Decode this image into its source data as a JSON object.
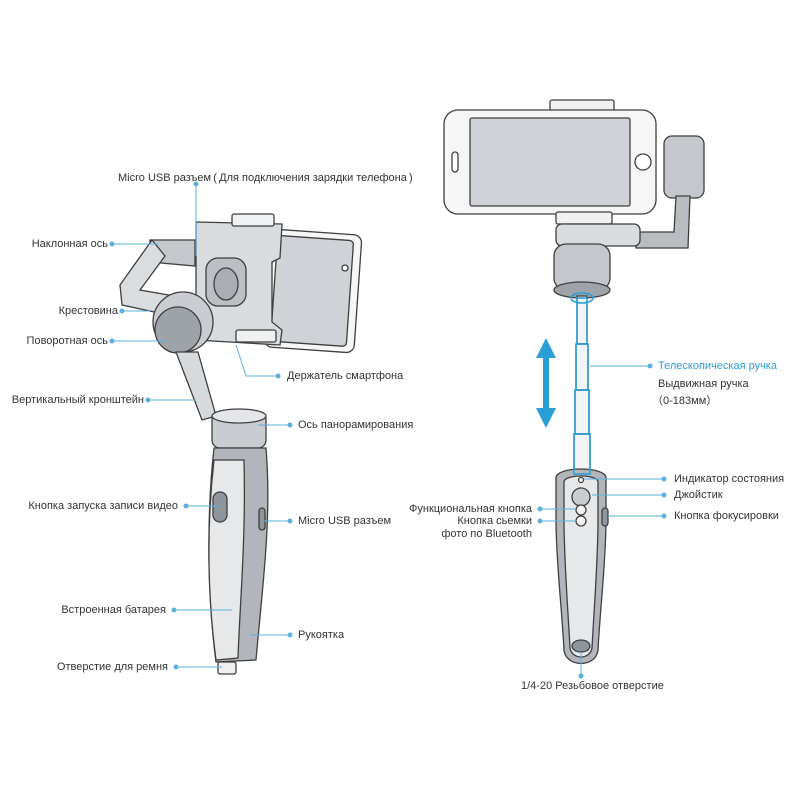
{
  "colors": {
    "line": "#3f3f3f",
    "callout": "#5ab2dc",
    "tele": "#2a9fd6",
    "body_dark": "#9ea3aa",
    "body_mid": "#c4c8cd",
    "body_light": "#e4e6e9"
  },
  "left": {
    "micro_usb_top": "Micro USB разъем ( Для подключения зарядки телефона )",
    "tilt_axis": "Наклонная ось",
    "crosspiece": "Крестовина",
    "roll_axis": "Поворотная ось",
    "vertical_bracket": "Вертикальный кронштейн",
    "phone_holder": "Держатель смартфона",
    "pan_axis": "Ось панорамирования",
    "record_button": "Кнопка запуска записи видео",
    "micro_usb_side": "Micro USB разъем",
    "battery": "Встроенная батарея",
    "handle": "Рукоятка",
    "strap_hole": "Отверстие для ремня"
  },
  "right": {
    "telescopic": "Телескопическая ручка",
    "extendable": "Выдвижная ручка",
    "range": "（0-183мм）",
    "status_indicator": "Индикатор состояния",
    "joystick": "Джойстик",
    "function_button": "Функциональная кнопка",
    "shutter_button_line1": "Кнопка сьемки",
    "shutter_button_line2": "фото по Bluetooth",
    "focus_button": "Кнопка фокусировки",
    "thread_hole": "1/4-20 Резьбовое отверстие"
  }
}
